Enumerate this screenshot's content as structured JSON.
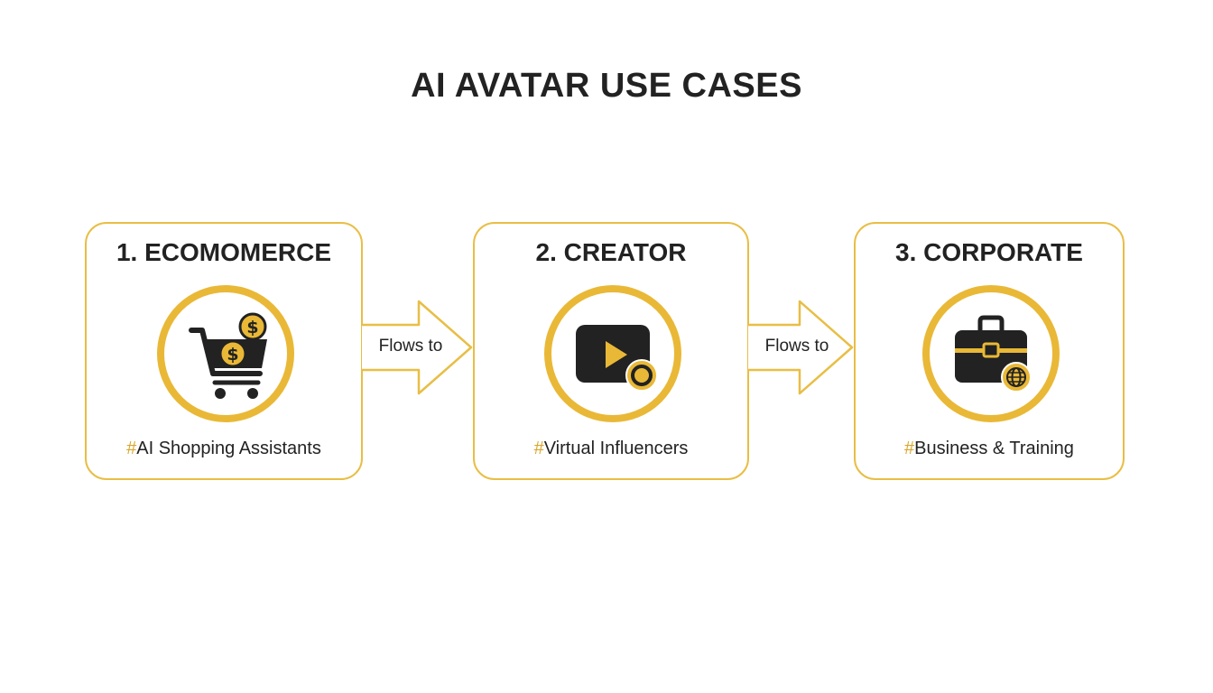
{
  "title": "AI AVATAR USE CASES",
  "colors": {
    "accent": "#e9b836",
    "border": "#e8be45",
    "icon_dark": "#222222",
    "text": "#222222"
  },
  "cards": [
    {
      "title": "1. ECOMOMERCE",
      "icon": "shopping-cart-dollar-icon",
      "hash": "#",
      "tag": "AI Shopping Assistants"
    },
    {
      "title": "2. CREATOR",
      "icon": "video-play-record-icon",
      "hash": "#",
      "tag": "Virtual Influencers"
    },
    {
      "title": "3. CORPORATE",
      "icon": "briefcase-globe-icon",
      "hash": "#",
      "tag": "Business & Training"
    }
  ],
  "arrows": [
    {
      "label": "Flows to"
    },
    {
      "label": "Flows to"
    }
  ]
}
